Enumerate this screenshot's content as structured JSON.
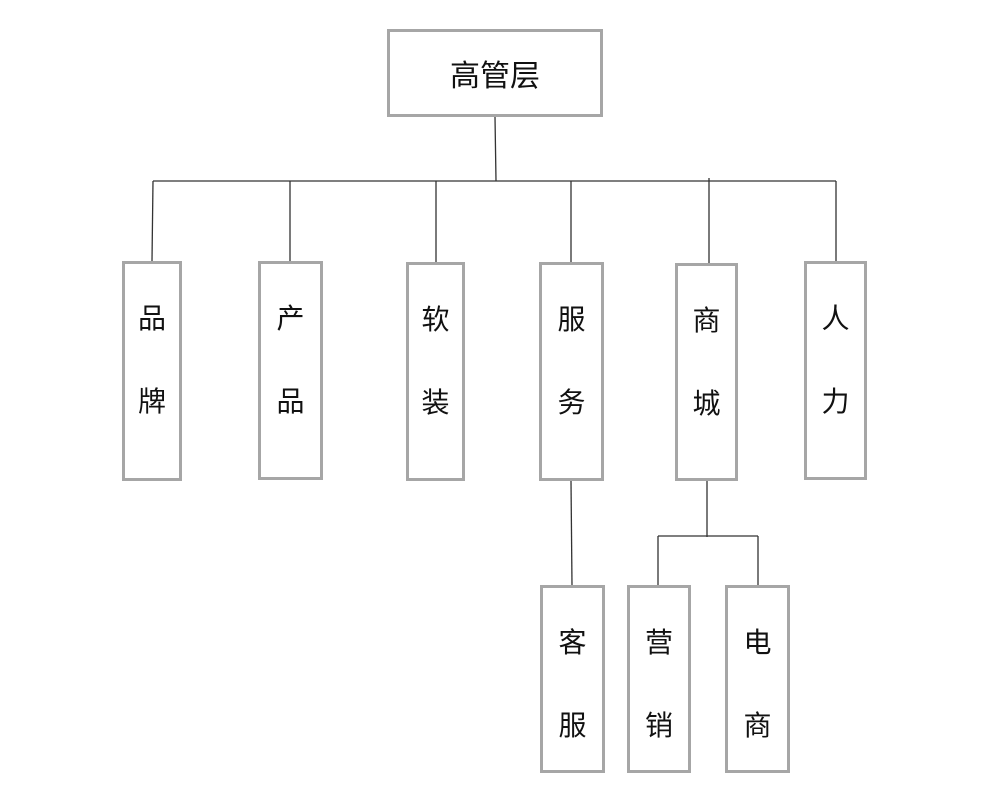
{
  "diagram": {
    "root": {
      "label": "高管层"
    },
    "departments": [
      {
        "id": "brand",
        "chars": [
          "品",
          "牌"
        ]
      },
      {
        "id": "product",
        "chars": [
          "产",
          "品"
        ]
      },
      {
        "id": "soft",
        "chars": [
          "软",
          "装"
        ]
      },
      {
        "id": "service",
        "chars": [
          "服",
          "务"
        ],
        "children": [
          {
            "id": "cs",
            "chars": [
              "客",
              "服"
            ]
          }
        ]
      },
      {
        "id": "mall",
        "chars": [
          "商",
          "城"
        ],
        "children": [
          {
            "id": "mkt",
            "chars": [
              "营",
              "销"
            ]
          },
          {
            "id": "ecom",
            "chars": [
              "电",
              "商"
            ]
          }
        ]
      },
      {
        "id": "hr",
        "chars": [
          "人",
          "力"
        ]
      }
    ]
  }
}
